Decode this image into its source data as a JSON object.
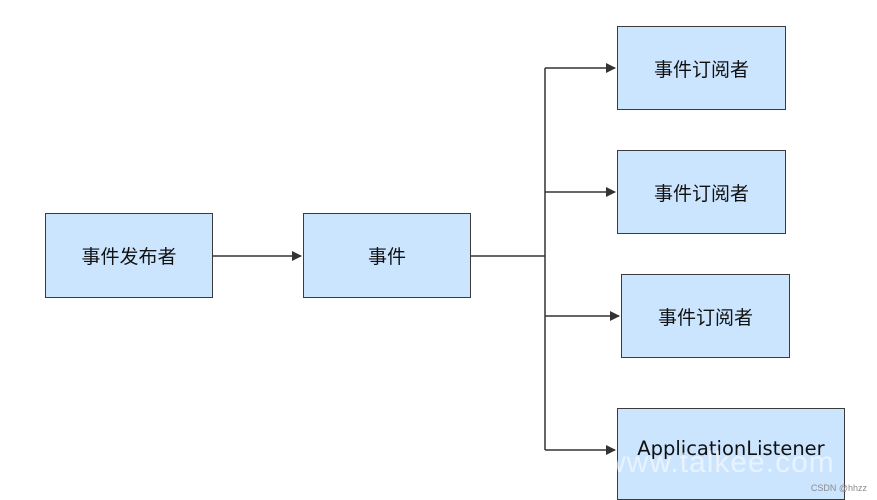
{
  "diagram": {
    "nodes": {
      "publisher": "事件发布者",
      "event": "事件",
      "subscriber_1": "事件订阅者",
      "subscriber_2": "事件订阅者",
      "subscriber_3": "事件订阅者",
      "listener": "ApplicationListener"
    },
    "colors": {
      "node_fill": "#cce5ff",
      "node_border": "#3b3b3b",
      "connector": "#333333"
    }
  },
  "watermark": "www.talkee.com",
  "credit": "CSDN @hhzz"
}
